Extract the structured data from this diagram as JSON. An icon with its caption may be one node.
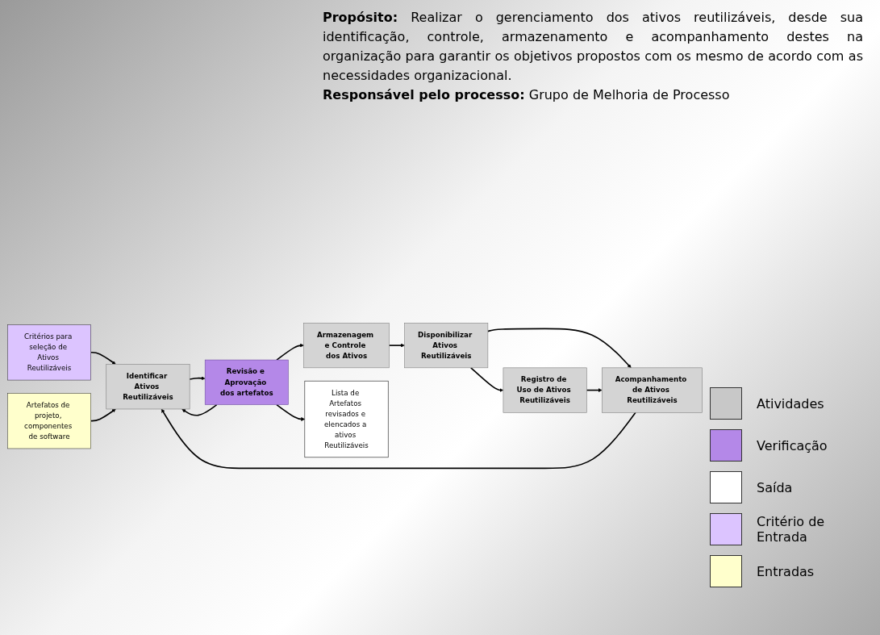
{
  "diagram": {
    "nodes": [
      {
        "text": [
          "Critérios para seleção de Ativos Reutilizáveis"
        ]
      },
      {
        "text": [
          "Identificar Ativos Reutilizáveis"
        ]
      },
      {
        "text": [
          "Armazenagem e Controle dos Ativos"
        ]
      },
      {
        "text": [
          "Disponibilizar Ativos Reutilizáveis"
        ]
      },
      {
        "text": [
          "Acompanhamento de Ativos Reutilizáveis"
        ]
      },
      {
        "text": [
          "Revisão e Aprovação dos artefatos"
        ]
      },
      {
        "text": [
          "Registro de Uso de Ativos Reutilizáveis"
        ]
      },
      {
        "text": [
          "Lista de Artefatos revisados e elencados a ativos Reutilizáveis"
        ]
      },
      {
        "text": [
          "Artefatos de projeto, componentes de software"
        ]
      }
    ],
    "edges": [
      {
        "from": 0,
        "to": 1,
        "arrow": "to"
      },
      {
        "from": 8,
        "to": 1,
        "arrow": "to"
      },
      {
        "from": 4,
        "to": 1,
        "arrow": "to"
      },
      {
        "from": 1,
        "to": 5,
        "arrow": "to"
      },
      {
        "from": 5,
        "to": 1,
        "arrow": "to"
      },
      {
        "from": 5,
        "to": 2,
        "arrow": "to"
      },
      {
        "from": 5,
        "to": 7,
        "arrow": "to"
      },
      {
        "from": 2,
        "to": 3,
        "arrow": "to"
      },
      {
        "from": 3,
        "to": 4,
        "arrow": "to"
      },
      {
        "from": 3,
        "to": 6,
        "arrow": "to"
      },
      {
        "from": 6,
        "to": 4,
        "arrow": "to"
      }
    ],
    "labels": [
      "**Propósito:** Realizar o gerenciamento dos ativos reutilizáveis, desde sua identificação, controle, armazenamento e acompanhamento destes na organização para garantir os objetivos propostos com os mesmo de acordo com as necessidades organizacional.",
      "**Responsável pelo processo:** Grupo de Melhoria de Processo"
    ],
    "legend": [
      {
        "text": "Atividades",
        "color": "#c8c8c8"
      },
      {
        "text": "Verificação",
        "color": "#b488e8"
      },
      {
        "text": "Saída",
        "color": "#ffffff"
      },
      {
        "text": "Critério de Entrada",
        "color": "#dcc4ff"
      },
      {
        "text": "Entradas",
        "color": "#ffffcc"
      }
    ]
  }
}
